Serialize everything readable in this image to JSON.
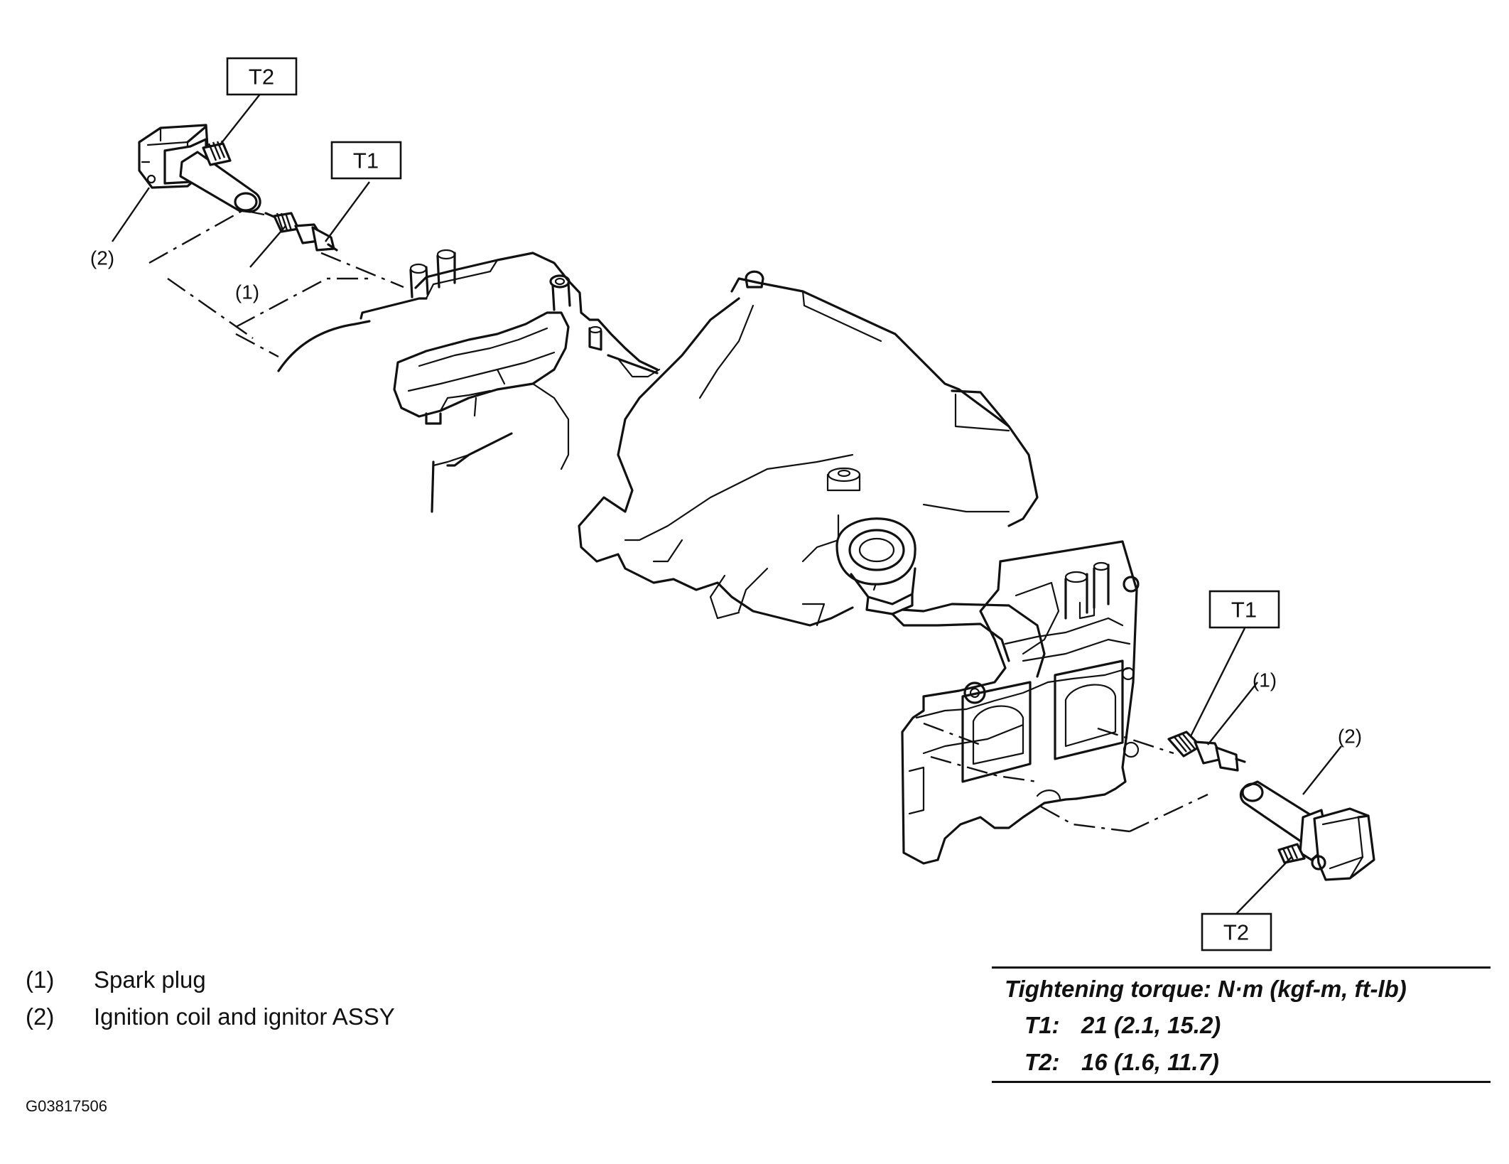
{
  "callouts": {
    "torque_top_left_coil": "T2",
    "torque_top_left_plug": "T1",
    "torque_bottom_right_plug": "T1",
    "torque_bottom_right_coil": "T2",
    "part_top_left_coil": "(2)",
    "part_top_left_plug": "(1)",
    "part_bottom_right_plug": "(1)",
    "part_bottom_right_coil": "(2)"
  },
  "legend": {
    "items": [
      {
        "number": "(1)",
        "text": "Spark plug"
      },
      {
        "number": "(2)",
        "text": "Ignition coil and ignitor ASSY"
      }
    ]
  },
  "torque_table": {
    "title": "Tightening torque: N·m (kgf-m, ft-lb)",
    "rows": [
      {
        "key": "T1:",
        "value": "21 (2.1, 15.2)"
      },
      {
        "key": "T2:",
        "value": "16 (1.6, 11.7)"
      }
    ]
  },
  "figure_code": "G03817506"
}
